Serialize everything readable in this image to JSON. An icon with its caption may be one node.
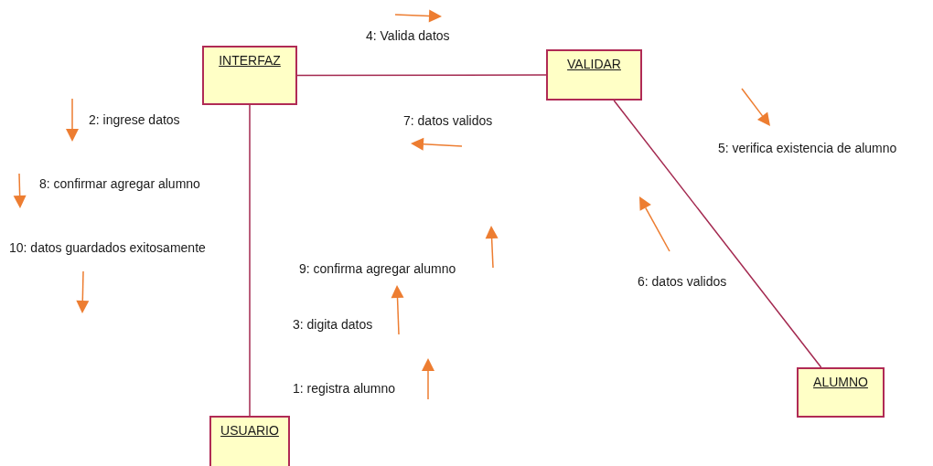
{
  "diagram": {
    "nodes": [
      {
        "text": [
          "INTERFAZ"
        ]
      },
      {
        "text": [
          "VALIDAR"
        ]
      },
      {
        "text": [
          "USUARIO"
        ]
      },
      {
        "text": [
          "ALUMNO"
        ]
      }
    ],
    "edges": [
      {
        "from": 0,
        "to": 1,
        "arrow": "none"
      },
      {
        "from": 0,
        "to": 2,
        "arrow": "none"
      },
      {
        "from": 1,
        "to": 3,
        "arrow": "none"
      }
    ],
    "labels": [
      "4: Valida datos",
      "2: ingrese datos",
      "7: datos validos",
      "5: verifica existencia de alumno",
      "8: confirmar agregar alumno",
      "10: datos guardados exitosamente",
      "9: confirma agregar alumno",
      "6: datos validos",
      "3: digita datos",
      "1: registra alumno"
    ]
  }
}
